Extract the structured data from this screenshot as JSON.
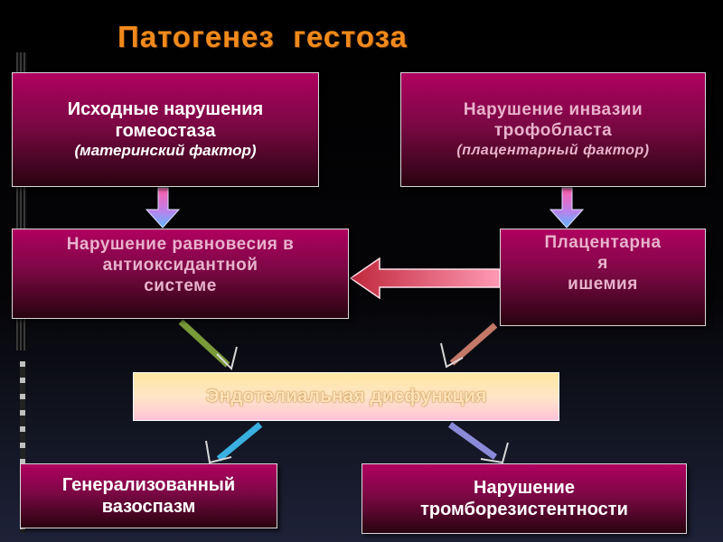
{
  "title": "Патогенез  гестоза",
  "boxes": {
    "maternal": {
      "line1": "Исходные нарушения",
      "line2": "гомеостаза",
      "line3": "(материнский фактор)"
    },
    "placental": {
      "line1": "Нарушение инвазии",
      "line2": "трофобласта",
      "line3": "(плацентарный фактор)"
    },
    "antioxidant": {
      "line1": "Нарушение равновесия в",
      "line2": "антиоксидантной",
      "line3": "системе"
    },
    "ischemia": {
      "line1": "Плацентарна",
      "line2": "я",
      "line3": "ишемия"
    },
    "endothelial": "Эндотелиальная дисфункция",
    "vasospasm": {
      "line1": "Генерализованный",
      "line2": "вазоспазм"
    },
    "thrombo": {
      "line1": "Нарушение",
      "line2": "тромборезистентности"
    }
  },
  "colors": {
    "title": "#f08a1c",
    "box_top": "#b00060",
    "box_bottom": "#28040f",
    "endothelial_bg": "#fde7a0"
  }
}
